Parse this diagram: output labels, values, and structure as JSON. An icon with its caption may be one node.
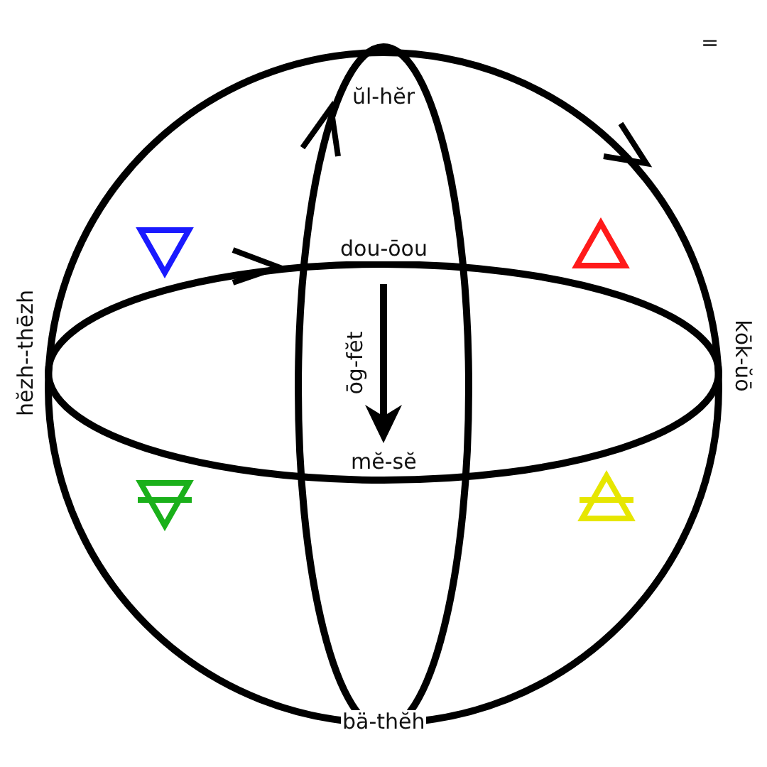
{
  "diagram": {
    "labels": [
      "=",
      "ŭl-hĕr",
      "dou-ōou",
      "ōg-fĕt",
      "hĕzh--thēzh",
      "kōk-ŭō",
      "mĕ-sĕ",
      "bä-thĕh"
    ]
  }
}
